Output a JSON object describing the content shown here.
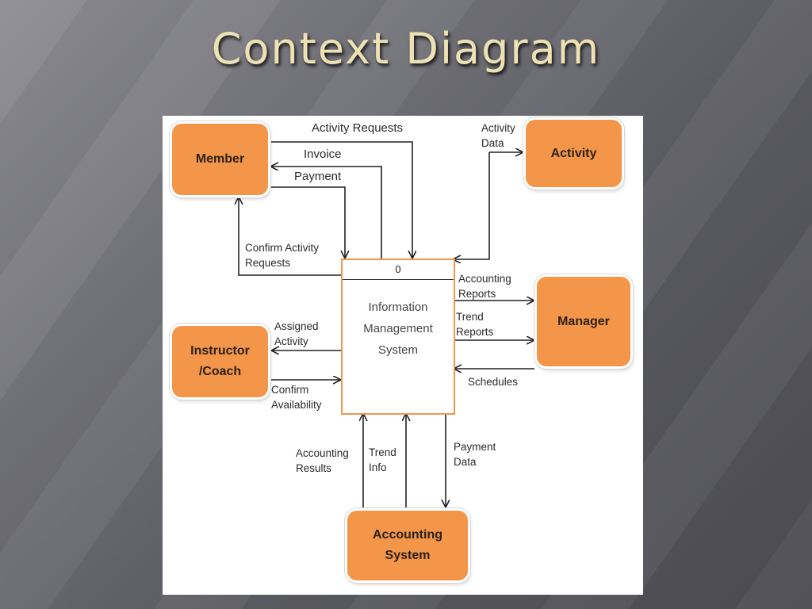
{
  "slide": {
    "title": "Context Diagram"
  },
  "diagram": {
    "process": {
      "number": "0",
      "name": "Information\nManagement\nSystem"
    },
    "entities": {
      "member": "Member",
      "activity": "Activity",
      "manager": "Manager",
      "instructor": "Instructor\n/Coach",
      "accounting": "Accounting\nSystem"
    },
    "flows": {
      "activity_requests": "Activity Requests",
      "invoice": "Invoice",
      "payment": "Payment",
      "activity_data": "Activity\nData",
      "confirm_activity_requests": "Confirm Activity\nRequests",
      "accounting_reports": "Accounting\nReports",
      "trend_reports": "Trend\nReports",
      "schedules": "Schedules",
      "assigned_activity": "Assigned\nActivity",
      "confirm_availability": "Confirm\nAvailability",
      "accounting_results": "Accounting\nResults",
      "trend_info": "Trend\nInfo",
      "payment_data": "Payment\nData"
    }
  }
}
